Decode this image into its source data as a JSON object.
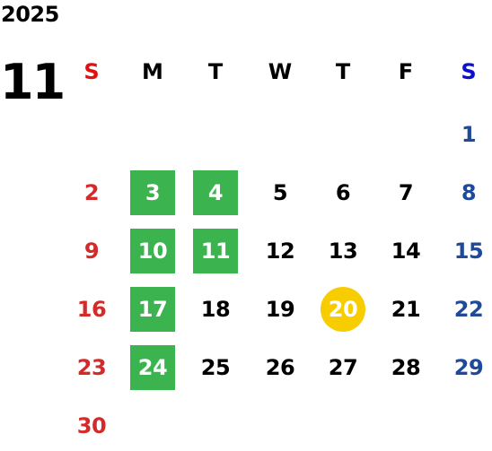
{
  "year": "2025",
  "month": "11",
  "weekdays": [
    {
      "label": "S",
      "color": "#e01010"
    },
    {
      "label": "M",
      "color": "#000000"
    },
    {
      "label": "T",
      "color": "#000000"
    },
    {
      "label": "W",
      "color": "#000000"
    },
    {
      "label": "T",
      "color": "#000000"
    },
    {
      "label": "F",
      "color": "#000000"
    },
    {
      "label": "S",
      "color": "#0a10d0"
    }
  ],
  "colors": {
    "sunday": "#d42a2a",
    "saturday": "#1f4a9a",
    "weekday": "#000000",
    "highlight_bg": "#3bb34e",
    "today_bg": "#f7cc00"
  },
  "weeks": [
    [
      null,
      null,
      null,
      null,
      null,
      null,
      {
        "day": "1",
        "style": "sat"
      }
    ],
    [
      {
        "day": "2",
        "style": "sun"
      },
      {
        "day": "3",
        "style": "hl"
      },
      {
        "day": "4",
        "style": "hl"
      },
      {
        "day": "5",
        "style": ""
      },
      {
        "day": "6",
        "style": ""
      },
      {
        "day": "7",
        "style": ""
      },
      {
        "day": "8",
        "style": "sat"
      }
    ],
    [
      {
        "day": "9",
        "style": "sun"
      },
      {
        "day": "10",
        "style": "hl"
      },
      {
        "day": "11",
        "style": "hl"
      },
      {
        "day": "12",
        "style": ""
      },
      {
        "day": "13",
        "style": ""
      },
      {
        "day": "14",
        "style": ""
      },
      {
        "day": "15",
        "style": "sat"
      }
    ],
    [
      {
        "day": "16",
        "style": "sun"
      },
      {
        "day": "17",
        "style": "hl"
      },
      {
        "day": "18",
        "style": ""
      },
      {
        "day": "19",
        "style": ""
      },
      {
        "day": "20",
        "style": "today"
      },
      {
        "day": "21",
        "style": ""
      },
      {
        "day": "22",
        "style": "sat"
      }
    ],
    [
      {
        "day": "23",
        "style": "sun"
      },
      {
        "day": "24",
        "style": "hl"
      },
      {
        "day": "25",
        "style": ""
      },
      {
        "day": "26",
        "style": ""
      },
      {
        "day": "27",
        "style": ""
      },
      {
        "day": "28",
        "style": ""
      },
      {
        "day": "29",
        "style": "sat"
      }
    ],
    [
      {
        "day": "30",
        "style": "sun"
      },
      null,
      null,
      null,
      null,
      null,
      null
    ]
  ]
}
